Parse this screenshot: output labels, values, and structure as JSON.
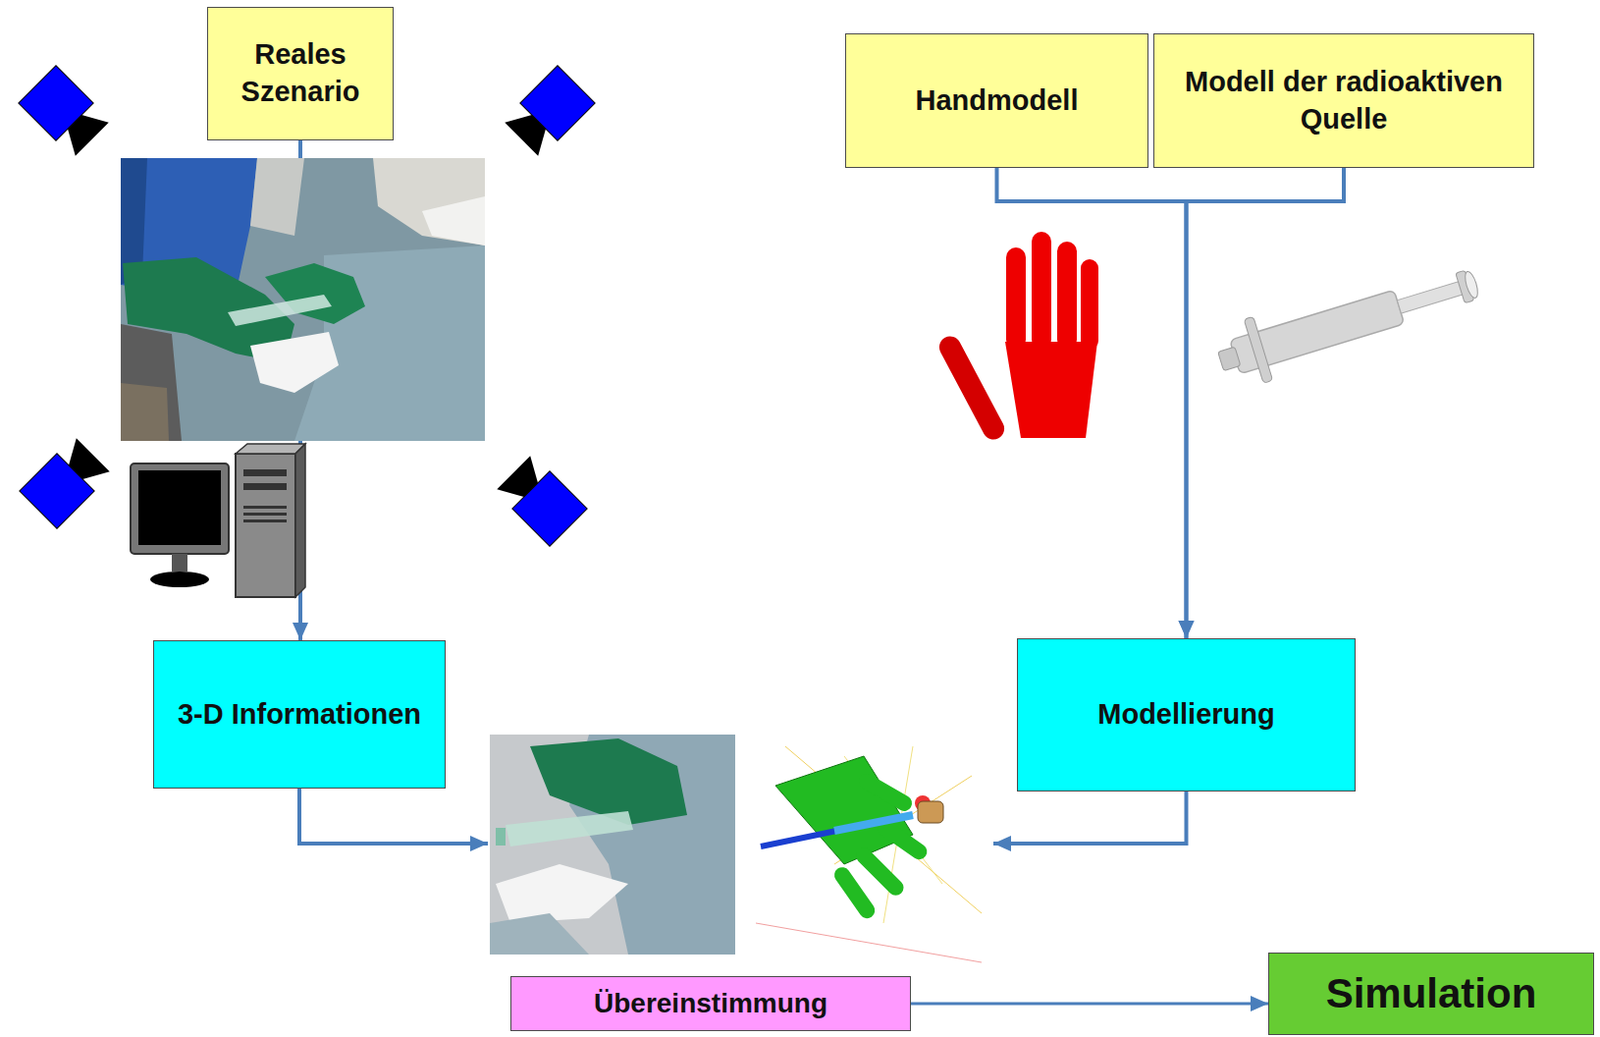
{
  "diagram": {
    "nodes": [
      {
        "text": [
          "Reales Szenario"
        ]
      },
      {
        "text": [
          "Handmodell"
        ]
      },
      {
        "text": [
          "Modell der radioaktiven Quelle"
        ]
      },
      {
        "text": [
          "3-D Informationen"
        ]
      },
      {
        "text": [
          "Modellierung"
        ]
      },
      {
        "text": [
          "Übereinstimmung"
        ]
      },
      {
        "text": [
          "Simulation"
        ]
      }
    ],
    "edges": [
      {
        "from": 0,
        "to": 3,
        "arrow": "to"
      },
      {
        "from": 1,
        "to": 4,
        "arrow": "to"
      },
      {
        "from": 2,
        "to": 4,
        "arrow": "to"
      },
      {
        "from": 3,
        "to": 5,
        "arrow": "to"
      },
      {
        "from": 4,
        "to": 5,
        "arrow": "to"
      },
      {
        "from": 5,
        "to": 6,
        "arrow": "to"
      }
    ]
  }
}
